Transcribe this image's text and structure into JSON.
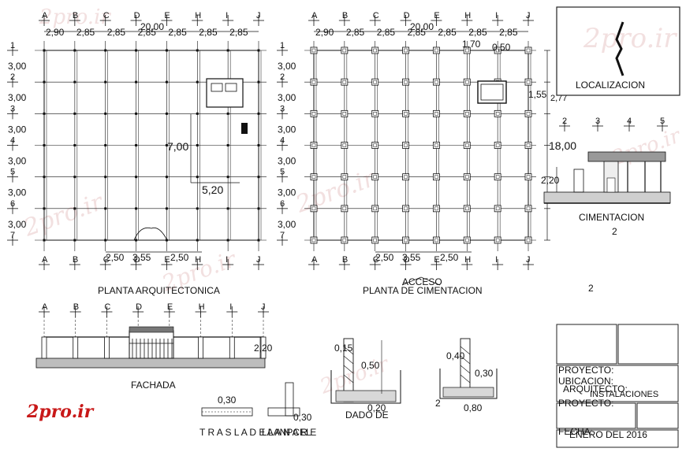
{
  "plan_arq": {
    "title": "PLANTA ARQUITECTONICA",
    "col_labels": [
      "A",
      "B",
      "C",
      "D",
      "E",
      "H",
      "I",
      "J"
    ],
    "row_labels": [
      "1",
      "2",
      "3",
      "4",
      "5",
      "6",
      "7"
    ],
    "top_dims": [
      "2,90",
      "2,85",
      "2,85",
      "2,85",
      "2,85",
      "2,85",
      "2,85"
    ],
    "top_total": "20,00",
    "left_dims": [
      "3,00",
      "3,00",
      "3,00",
      "3,00",
      "3,00",
      "3,00"
    ],
    "bottom_dims": [
      "2,50",
      "3,55",
      "2,50"
    ],
    "dim_700": "7,00",
    "dim_520": "5,20"
  },
  "plan_cim": {
    "title": "PLANTA DE CIMENTACION",
    "access_label": "ACCESO",
    "col_labels": [
      "A",
      "B",
      "C",
      "D",
      "E",
      "H",
      "I",
      "J"
    ],
    "row_labels": [
      "1",
      "2",
      "3",
      "4",
      "5",
      "6",
      "7"
    ],
    "top_dims": [
      "2,90",
      "2,85",
      "2,85",
      "2,85",
      "2,85",
      "2,85",
      "2,85"
    ],
    "top_total": "20,00",
    "left_dims": [
      "3,00",
      "3,00",
      "3,00",
      "3,00",
      "3,00",
      "3,00"
    ],
    "bottom_dims": [
      "2,50",
      "3,55",
      "2,50"
    ],
    "right_total": "18,00",
    "detail_dims": [
      "1,70",
      "0,50",
      "1,55",
      "2,77"
    ]
  },
  "location": {
    "title": "LOCALIZACION"
  },
  "cimentacion": {
    "axis_labels": [
      "2",
      "3",
      "4",
      "5"
    ],
    "height": "2,20",
    "title": "CIMENTACION",
    "number": "2"
  },
  "sheet_number": "2",
  "fachada": {
    "title": "FACHADA",
    "axis_labels": [
      "A",
      "B",
      "C",
      "D",
      "E",
      "H",
      "I",
      "J"
    ],
    "height": "2,20"
  },
  "trasl": {
    "title": "T R A S L A D E   L A N A R E",
    "overlap": "LAANPCEL",
    "dim_a": "0,30",
    "dim_b": "0,30"
  },
  "dado": {
    "title": "DADO DE",
    "dims": [
      "0,15",
      "0,50",
      "0,20"
    ]
  },
  "zapata": {
    "dims": [
      "0,40",
      "0,30",
      "0,80",
      "2"
    ]
  },
  "title_block": {
    "proyecto": "PROYECTO:",
    "ubicacion": "UBICACION:",
    "arquitecto": "ARQUITECTO:",
    "overlap_text": "INSTALACIONES",
    "proyecto2": "PROYECTO:",
    "fecha": "FECHA:",
    "fecha_value": "ENERO DEL 2016"
  },
  "watermark": {
    "text": "2pro.ir"
  }
}
